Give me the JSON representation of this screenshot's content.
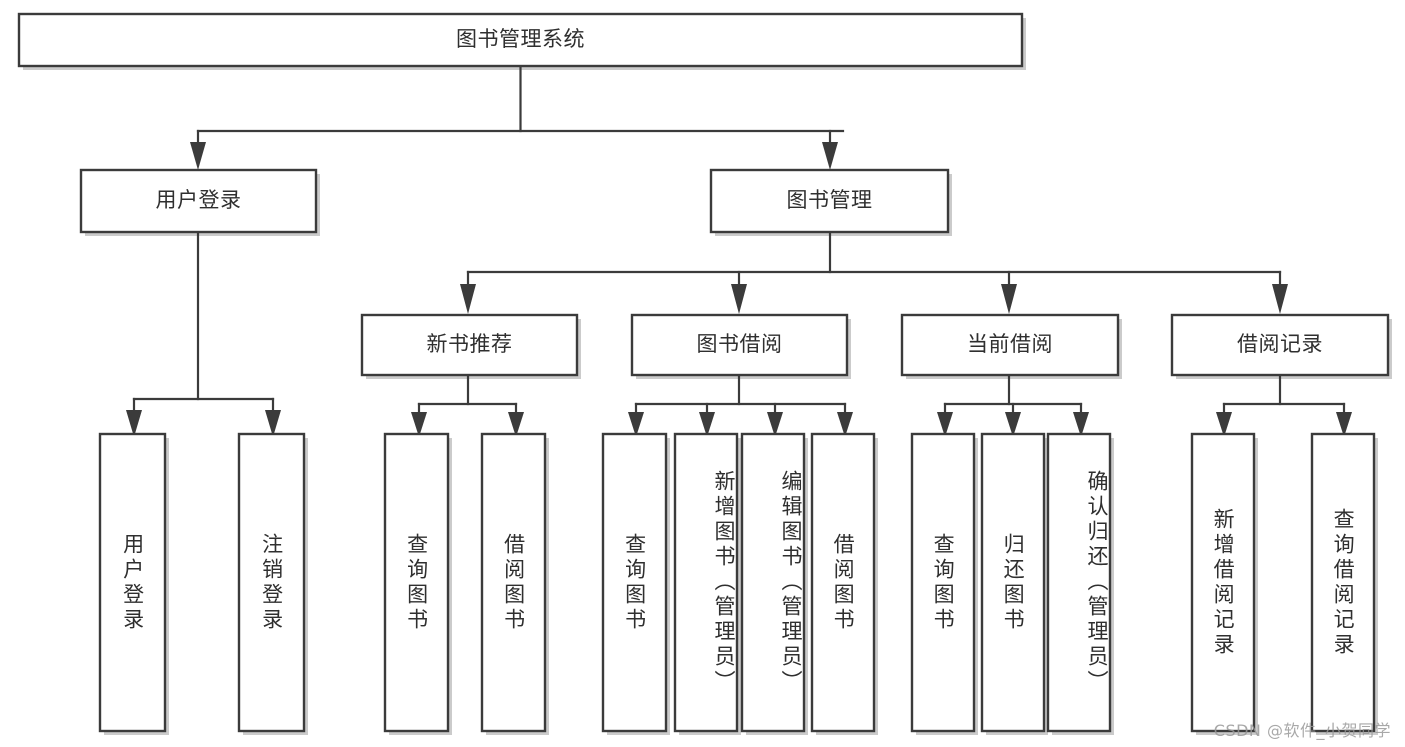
{
  "diagram": {
    "type": "tree",
    "title": "图书管理系统",
    "orientation": "top-down",
    "colors": {
      "box_stroke": "#3b3b3b",
      "box_fill": "#ffffff",
      "connector": "#3b3b3b",
      "text": "#2f2f2f",
      "watermark": "#9a9a9a",
      "background": "#ffffff"
    },
    "levels": [
      {
        "level": 1,
        "nodes": [
          {
            "id": "root",
            "label": "图书管理系统",
            "orientation": "horizontal"
          }
        ]
      },
      {
        "level": 2,
        "nodes": [
          {
            "id": "user-login",
            "label": "用户登录",
            "orientation": "horizontal",
            "parent": "root"
          },
          {
            "id": "book-manage",
            "label": "图书管理",
            "orientation": "horizontal",
            "parent": "root"
          }
        ]
      },
      {
        "level": 3,
        "nodes": [
          {
            "id": "new-book-recommend",
            "label": "新书推荐",
            "orientation": "horizontal",
            "parent": "book-manage"
          },
          {
            "id": "book-borrow",
            "label": "图书借阅",
            "orientation": "horizontal",
            "parent": "book-manage"
          },
          {
            "id": "current-borrow",
            "label": "当前借阅",
            "orientation": "horizontal",
            "parent": "book-manage"
          },
          {
            "id": "borrow-record",
            "label": "借阅记录",
            "orientation": "horizontal",
            "parent": "book-manage"
          }
        ]
      },
      {
        "level": 4,
        "nodes": [
          {
            "id": "leaf-user-login",
            "label": "用户登录",
            "orientation": "vertical",
            "parent": "user-login"
          },
          {
            "id": "leaf-logout-login",
            "label": "注销登录",
            "orientation": "vertical",
            "parent": "user-login"
          },
          {
            "id": "leaf-query-book-1",
            "label": "查询图书",
            "orientation": "vertical",
            "parent": "new-book-recommend"
          },
          {
            "id": "leaf-borrow-book-1",
            "label": "借阅图书",
            "orientation": "vertical",
            "parent": "new-book-recommend"
          },
          {
            "id": "leaf-query-book-2",
            "label": "查询图书",
            "orientation": "vertical",
            "parent": "book-borrow"
          },
          {
            "id": "leaf-add-book",
            "label": "新增图书（管理员）",
            "orientation": "vertical",
            "parent": "book-borrow"
          },
          {
            "id": "leaf-edit-book",
            "label": "编辑图书（管理员）",
            "orientation": "vertical",
            "parent": "book-borrow"
          },
          {
            "id": "leaf-borrow-book-2",
            "label": "借阅图书",
            "orientation": "vertical",
            "parent": "book-borrow"
          },
          {
            "id": "leaf-query-book-3",
            "label": "查询图书",
            "orientation": "vertical",
            "parent": "current-borrow"
          },
          {
            "id": "leaf-return-book",
            "label": "归还图书",
            "orientation": "vertical",
            "parent": "current-borrow"
          },
          {
            "id": "leaf-confirm-return",
            "label": "确认归还（管理员）",
            "orientation": "vertical",
            "parent": "current-borrow"
          },
          {
            "id": "leaf-add-record",
            "label": "新增借阅记录",
            "orientation": "vertical",
            "parent": "borrow-record"
          },
          {
            "id": "leaf-query-record",
            "label": "查询借阅记录",
            "orientation": "vertical",
            "parent": "borrow-record"
          }
        ]
      }
    ]
  },
  "watermark": {
    "text": "CSDN @软件_小贺同学"
  }
}
